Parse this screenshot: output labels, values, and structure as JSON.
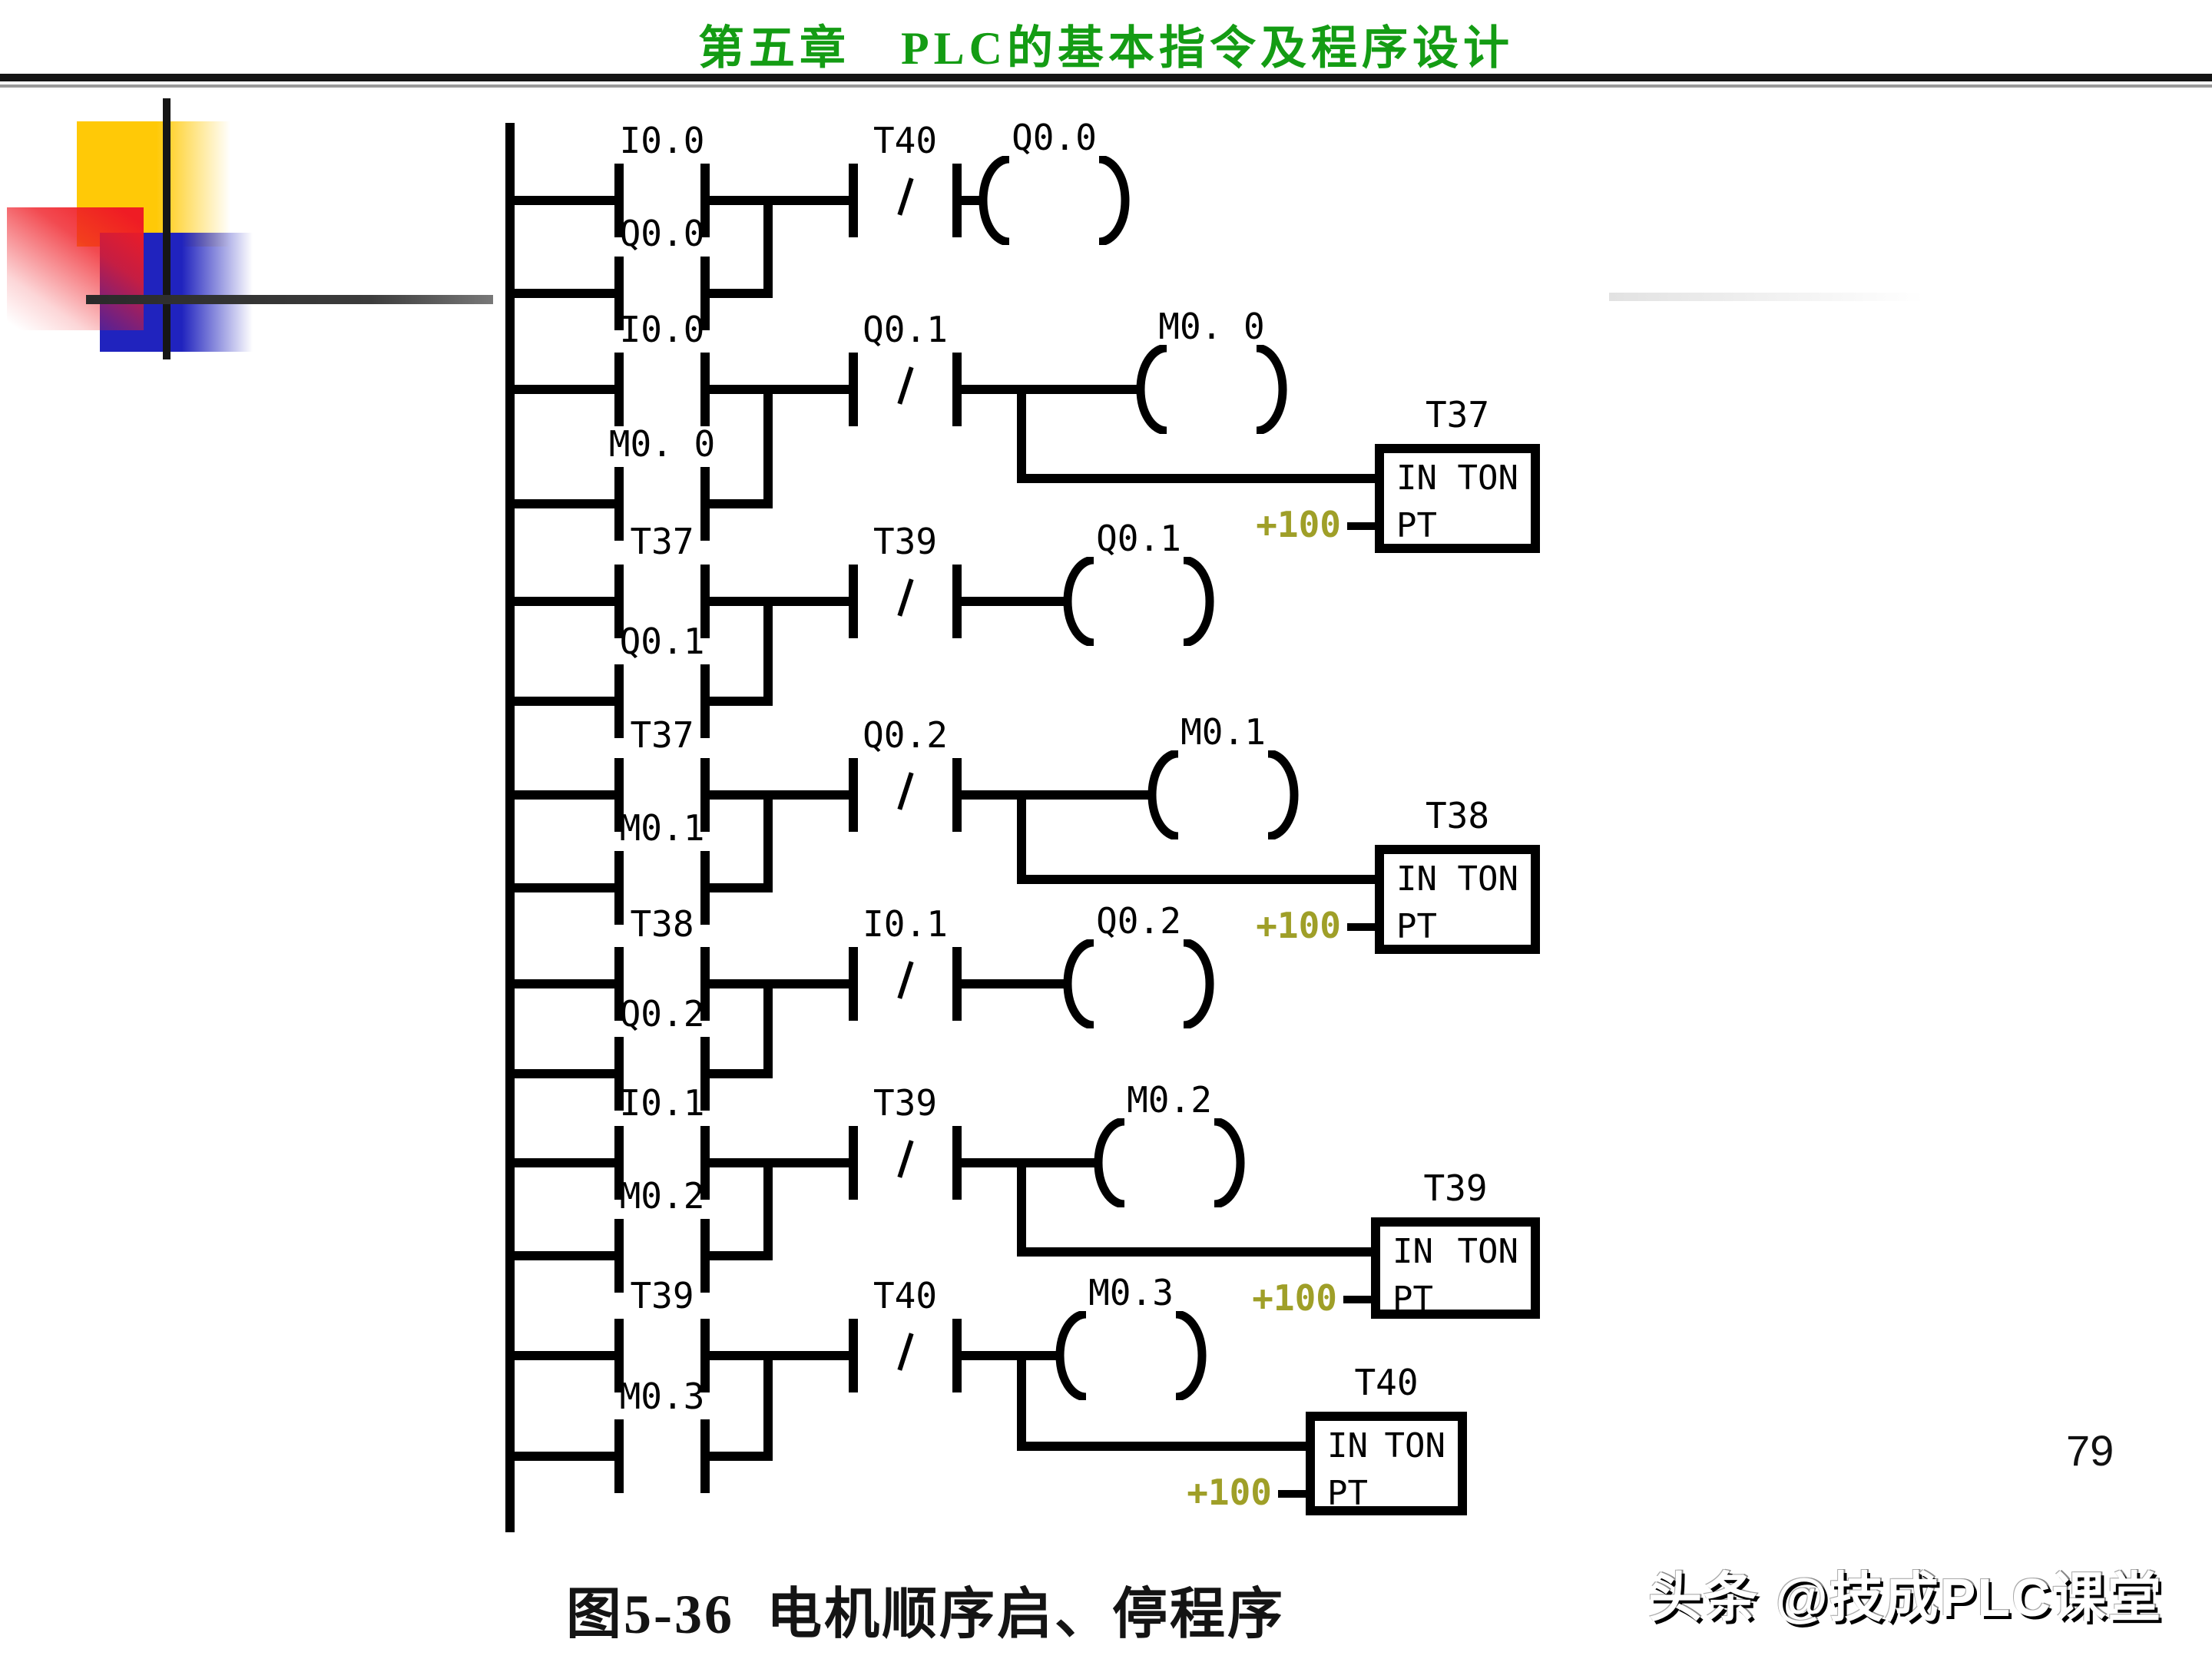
{
  "header": {
    "title": "第五章　PLC的基本指令及程序设计"
  },
  "colors": {
    "title_green": "#149c14",
    "preset_olive": "#9f9f28",
    "logo_yellow": "#ffc907",
    "logo_red": "#ef1c24",
    "logo_blue": "#2023be",
    "ink": "#000000"
  },
  "ladder": {
    "timer_box": {
      "in_label": "IN",
      "type_label": "TON",
      "pt_label": "PT"
    },
    "rungs": [
      {
        "contact_top": "I0.0",
        "contact_parallel": "Q0.0",
        "nc_contact": "T40",
        "coil": "Q0.0",
        "timer": null
      },
      {
        "contact_top": "I0.0",
        "contact_parallel": "M0. 0",
        "nc_contact": "Q0.1",
        "coil": "M0. 0",
        "timer": {
          "name": "T37",
          "preset": "+100"
        }
      },
      {
        "contact_top": "T37",
        "contact_parallel": "Q0.1",
        "nc_contact": "T39",
        "coil": "Q0.1",
        "timer": null
      },
      {
        "contact_top": "T37",
        "contact_parallel": "M0.1",
        "nc_contact": "Q0.2",
        "coil": "M0.1",
        "timer": {
          "name": "T38",
          "preset": "+100"
        }
      },
      {
        "contact_top": "T38",
        "contact_parallel": "Q0.2",
        "nc_contact": "I0.1",
        "coil": "Q0.2",
        "timer": null
      },
      {
        "contact_top": "I0.1",
        "contact_parallel": "M0.2",
        "nc_contact": "T39",
        "coil": "M0.2",
        "timer": {
          "name": "T39",
          "preset": "+100"
        }
      },
      {
        "contact_top": "T39",
        "contact_parallel": "M0.3",
        "nc_contact": "T40",
        "coil": "M0.3",
        "timer": {
          "name": "T40",
          "preset": "+100"
        }
      }
    ]
  },
  "footer": {
    "caption": "图5-36  电机顺序启、停程序",
    "page_number": "79",
    "watermark": "头条 @技成PLC课堂"
  }
}
